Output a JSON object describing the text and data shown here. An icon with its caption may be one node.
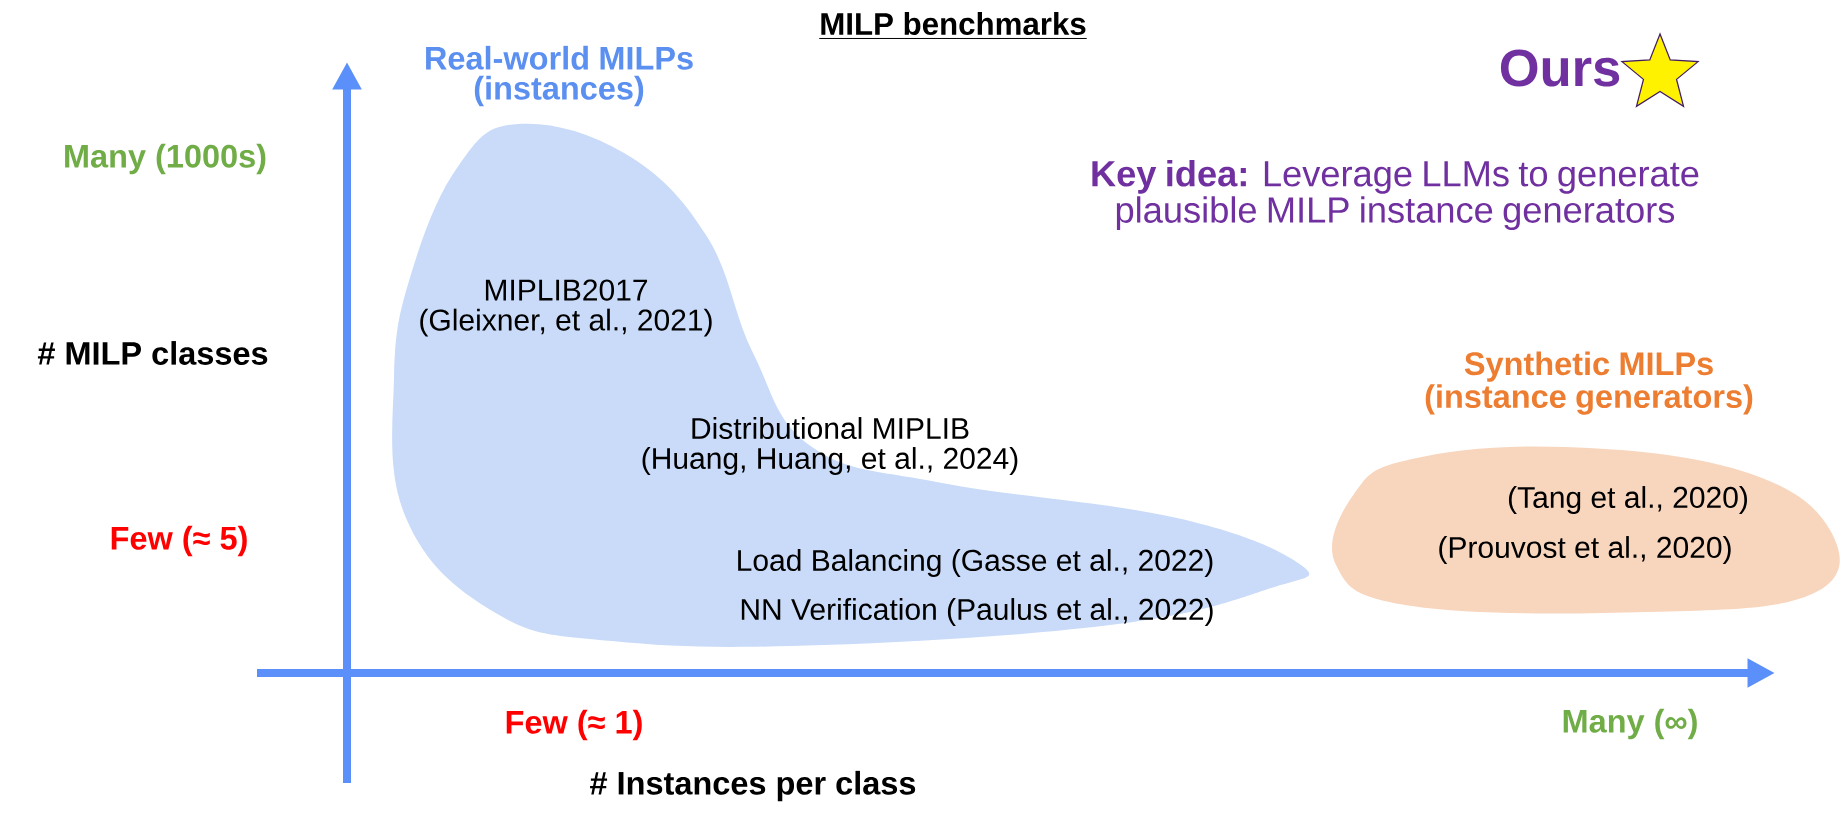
{
  "diagram": {
    "title": "MILP benchmarks",
    "nodes": [
      {
        "text": [
          "Real-world MILPs (instances)",
          "MIPLIB2017 (Gleixner, et al., 2021)",
          "Distributional MIPLIB (Huang, Huang, et al., 2024)",
          "Load Balancing (Gasse et al., 2022)",
          "NN Verification (Paulus et al., 2022)"
        ]
      },
      {
        "text": [
          "Synthetic MILPs (instance generators)",
          "(Tang et al., 2020)",
          "(Prouvost et al., 2020)"
        ]
      }
    ],
    "labels": [
      "Ours",
      "**Key idea:** Leverage LLMs to generate plausible MILP instance generators",
      "Many (1000s)",
      "# MILP classes",
      "Few (≈ 5)",
      "Few (≈ 1)",
      "Many (∞)",
      "# Instances per class"
    ]
  }
}
